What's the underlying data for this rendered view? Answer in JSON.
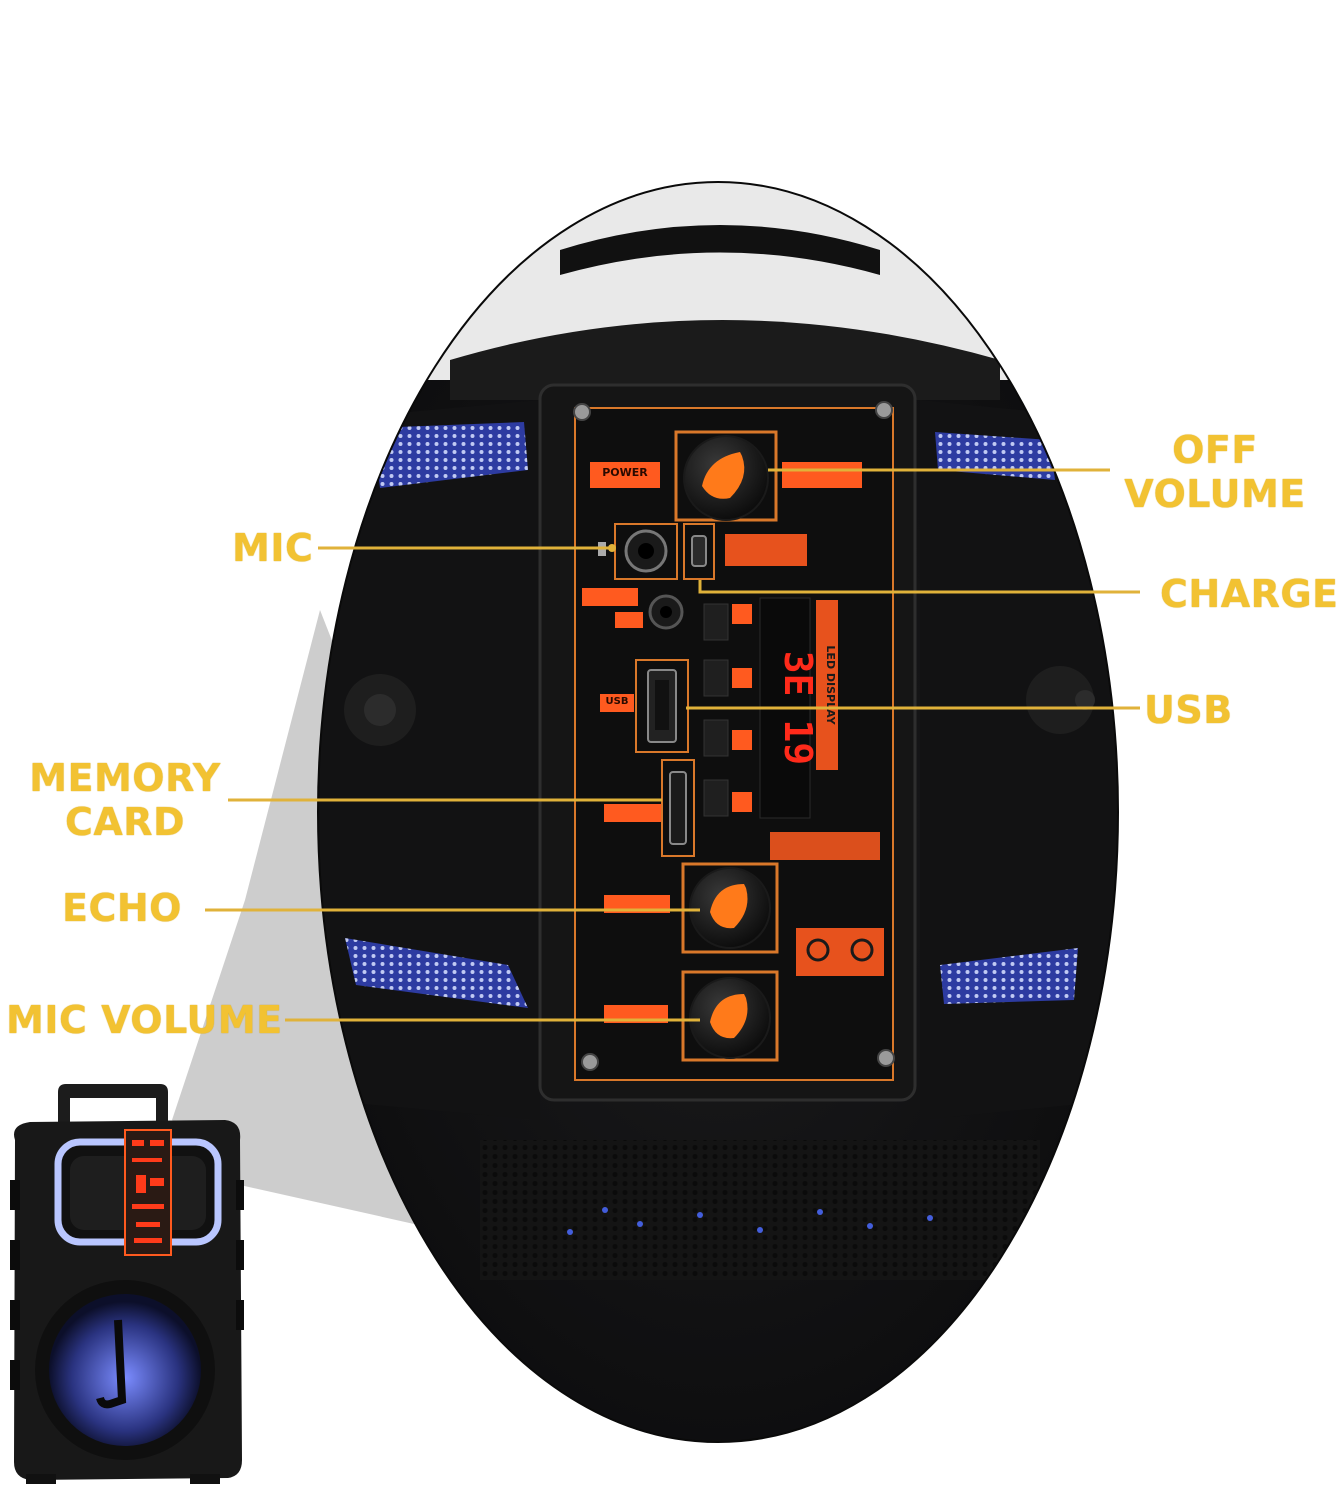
{
  "callouts": {
    "off_volume": {
      "line1": "OFF",
      "line2": "VOLUME"
    },
    "charge": "CHARGE",
    "usb": "USB",
    "mic": "MIC",
    "memory_card": {
      "line1": "MEMORY",
      "line2": "CARD"
    },
    "echo": "ECHO",
    "mic_volume": "MIC VOLUME"
  },
  "panel_labels": {
    "power": "POWER",
    "usb": "USB",
    "led_display": "LED DISPLAY",
    "display_readout": "3E 19"
  },
  "colors": {
    "callout_text": "#f2c232",
    "leader_line": "#e0b23a",
    "panel_accent": "#ff5a1f",
    "panel_outline": "#d9782a",
    "knob_orange": "#ff7a1a",
    "led_red": "#ff2a1a",
    "blue_glow": "#5a7dff"
  },
  "icons": {
    "mic_jack": "mic-jack-icon",
    "usb_port": "usb-port-icon",
    "sd_slot": "sd-slot-icon",
    "charge_port": "charge-port-icon",
    "knob": "rotary-knob-icon",
    "speaker_thumbnail": "speaker-thumbnail-icon"
  }
}
